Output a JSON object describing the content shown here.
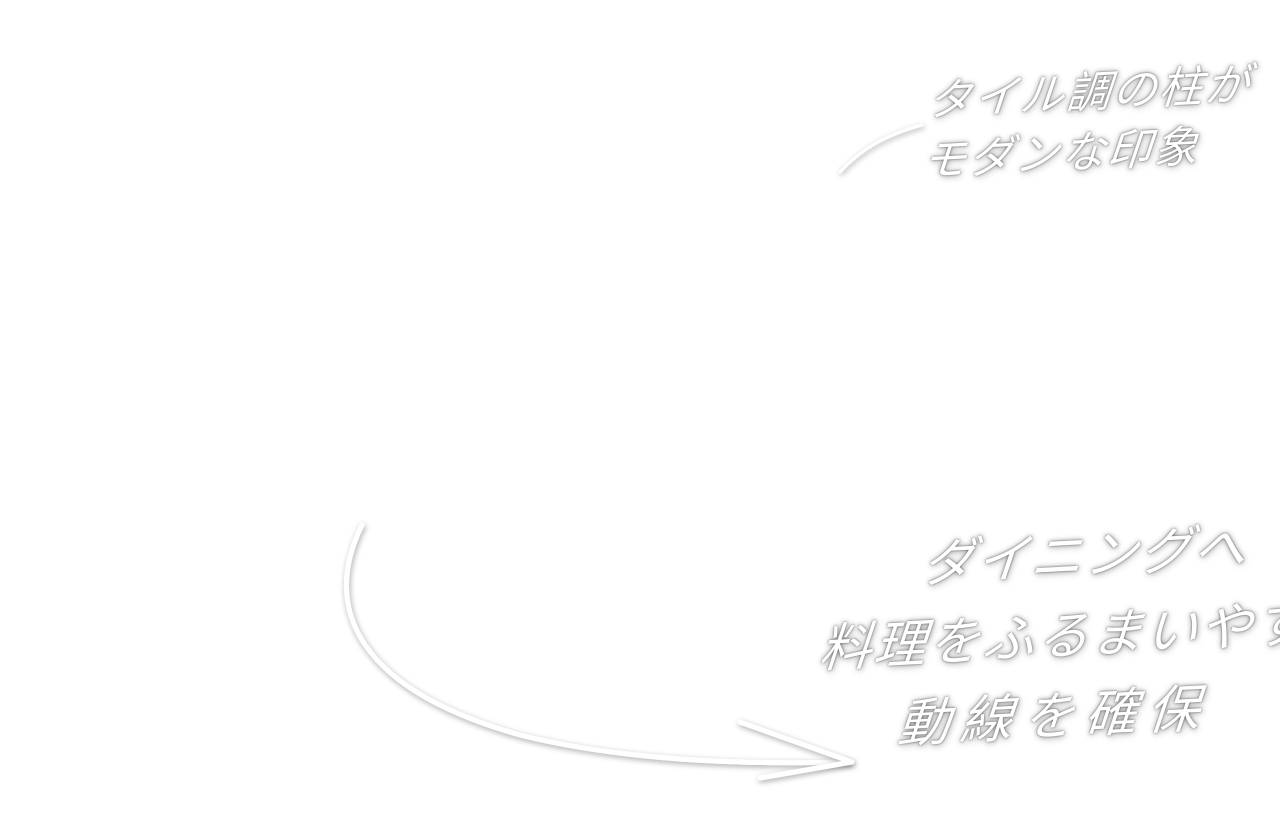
{
  "annotations": {
    "top_note": {
      "line1": "タイル調の柱が",
      "line2": "モダンな印象"
    },
    "bottom_note": {
      "line1": "ダイニングへ",
      "line2": "料理をふるまいやすい",
      "line3": "動線を確保"
    }
  },
  "colors": {
    "background": "#ffffff",
    "stroke": "#ffffff",
    "shadow": "#000000"
  }
}
